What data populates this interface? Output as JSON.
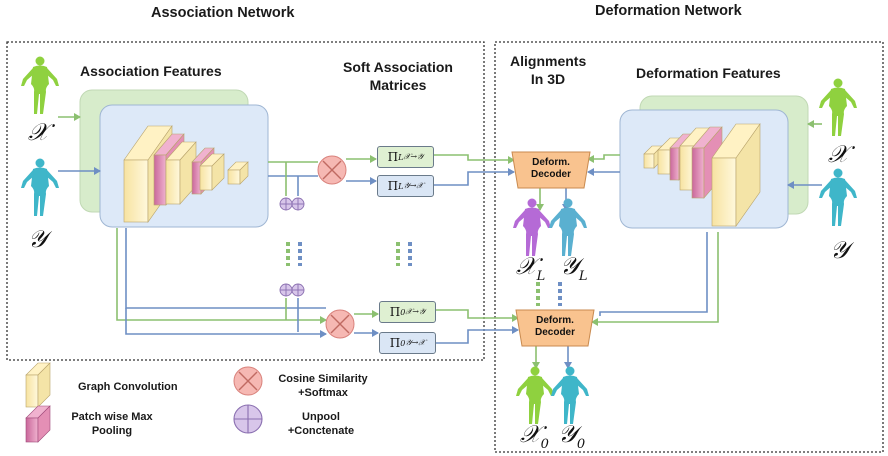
{
  "titles": {
    "association": "Association Network",
    "deformation": "Deformation Network"
  },
  "labels": {
    "association_features": "Association Features",
    "soft_association_matrices": "Soft Association Matrices",
    "alignments_in_3d": "Alignments In 3D",
    "deformation_features": "Deformation Features"
  },
  "decoder": {
    "label_top": "Deform.",
    "label_bottom": "Decoder"
  },
  "symbols": {
    "x": "𝒳",
    "y": "𝒴",
    "x_L": "𝒳",
    "x_L_sub": "L",
    "y_L": "𝒴",
    "y_L_sub": "L",
    "x_0": "𝒳",
    "x_0_sub": "0",
    "y_0": "𝒴",
    "y_0_sub": "0"
  },
  "matrices": {
    "pi_L_xy": "Π",
    "pi_L_xy_sup": "L",
    "pi_L_xy_sub": "𝒳→𝒴",
    "pi_L_yx": "Π",
    "pi_L_yx_sup": "L",
    "pi_L_yx_sub": "𝒴→𝒳",
    "pi_0_xy": "Π",
    "pi_0_xy_sup": "0",
    "pi_0_xy_sub": "𝒳→𝒴",
    "pi_0_yx": "Π",
    "pi_0_yx_sup": "0",
    "pi_0_yx_sub": "𝒴→𝒳"
  },
  "legend": {
    "graph_convolution": "Graph Convolution",
    "patch_wise_max_pooling": "Patch wise Max Pooling",
    "cosine_similarity_softmax": "Cosine Similarity +Softmax",
    "unpool_concatenate": "Unpool +Conctenate"
  },
  "colors": {
    "green_path": "#8cc070",
    "blue_path": "#6e8fc4",
    "conv_yellow": "#fff2c4",
    "pool_pink": "#e58fb4",
    "decoder_orange": "#f9c38f",
    "cosine_pink": "#f6b8b3",
    "unpool_purple": "#d8c6ea",
    "block_green": "#d7eccb",
    "block_blue": "#dde9f8",
    "figure_green": "#8fd13f",
    "figure_cyan": "#3fb6c9"
  },
  "icons": [
    "cosine-similarity-icon",
    "unpool-concatenate-icon",
    "graph-convolution-icon",
    "patch-max-pooling-icon",
    "human-figure-icon"
  ]
}
